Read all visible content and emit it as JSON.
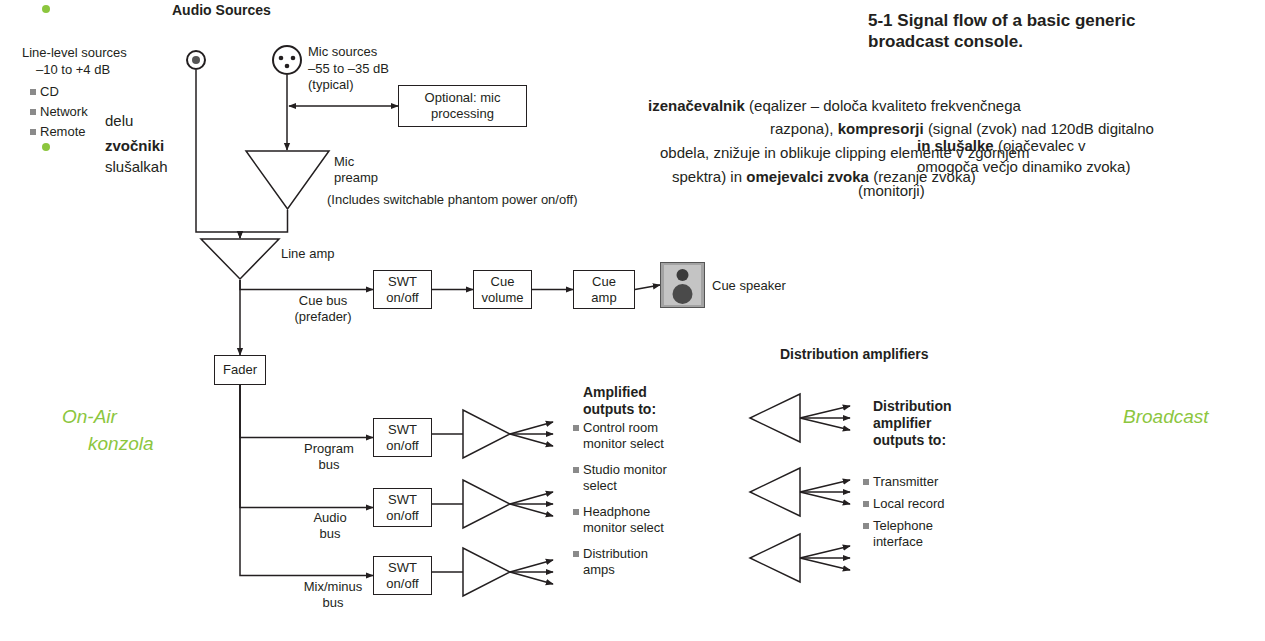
{
  "diagram": {
    "title": "5-1 Signal flow of a basic generic broadcast console.",
    "nodes": [
      {
        "text": [
          "Line-level sources",
          "–10 to +4 dB"
        ]
      },
      {
        "text": [
          "Mic sources",
          "–55 to –35 dB (typical)"
        ]
      },
      {
        "text": [
          "Optional: mic processing"
        ]
      },
      {
        "text": [
          "Mic preamp",
          "(Includes switchable phantom power on/off)"
        ]
      },
      {
        "text": [
          "Line amp"
        ]
      },
      {
        "text": [
          "SWT on/off"
        ]
      },
      {
        "text": [
          "Cue volume"
        ]
      },
      {
        "text": [
          "Cue amp"
        ]
      },
      {
        "text": [
          "Cue speaker"
        ]
      },
      {
        "text": [
          "Fader"
        ]
      },
      {
        "text": [
          "SWT on/off"
        ]
      },
      {
        "text": [
          "SWT on/off"
        ]
      },
      {
        "text": [
          "SWT on/off"
        ]
      }
    ],
    "edges": [
      {
        "from": 1,
        "to": 2,
        "arrow": "both"
      },
      {
        "from": 0,
        "to": 4,
        "arrow": "to"
      },
      {
        "from": 1,
        "to": 3,
        "arrow": "to"
      },
      {
        "from": 3,
        "to": 4,
        "arrow": "to"
      },
      {
        "from": 4,
        "to": 5,
        "label": "Cue bus (prefader)",
        "arrow": "to"
      },
      {
        "from": 5,
        "to": 6,
        "arrow": "to"
      },
      {
        "from": 6,
        "to": 7,
        "arrow": "to"
      },
      {
        "from": 7,
        "to": 8,
        "arrow": "to"
      },
      {
        "from": 4,
        "to": 9,
        "arrow": "to"
      },
      {
        "from": 9,
        "to": 10,
        "label": "Program bus",
        "arrow": "to"
      },
      {
        "from": 9,
        "to": 11,
        "label": "Audio bus",
        "arrow": "to"
      },
      {
        "from": 9,
        "to": 12,
        "label": "Mix/minus bus",
        "arrow": "to"
      }
    ],
    "labels": [
      "Audio Sources",
      "CD",
      "Network",
      "Remote",
      "Amplified outputs to:",
      "Control room monitor select",
      "Studio monitor select",
      "Headphone monitor select",
      "Distribution amps",
      "Distribution amplifiers",
      "Distribution amplifier outputs to:",
      "Transmitter",
      "Local record",
      "Telephone interface",
      "izenačevalnik",
      "(eqalizer – določa kvaliteto frekvenčnega",
      "razpona),",
      "kompresorji",
      "(signal (zvok) nad 120dB digitalno",
      "obdela, znižuje in oblikuje clipping elemente v zgornjem",
      "delu",
      "spektra) in",
      "omejevalci zvoka",
      "(rezanje zvoka)",
      "zvočniki",
      "slušalkah",
      "in slušalke",
      "(ojačevalec v",
      "omogoča večjo dinamiko zvoka)",
      "(monitorji)",
      "On-Air",
      "konzola",
      "Broadcast"
    ]
  }
}
